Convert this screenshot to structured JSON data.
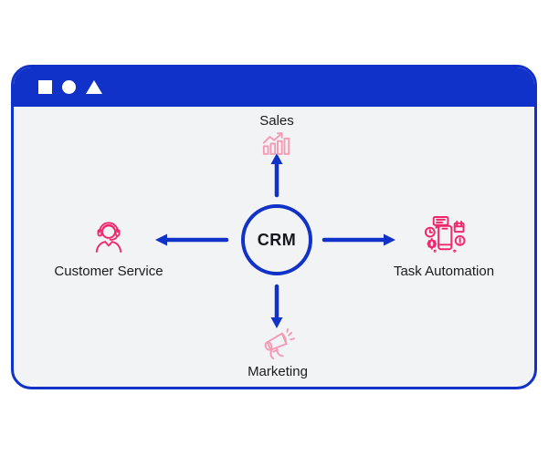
{
  "window": {
    "titlebar": {
      "controls": [
        {
          "icon": "square-window-control-icon"
        },
        {
          "icon": "circle-window-control-icon"
        },
        {
          "icon": "triangle-window-control-icon"
        }
      ]
    }
  },
  "diagram": {
    "center": {
      "label": "CRM"
    },
    "nodes": [
      {
        "id": "sales",
        "position": "top",
        "label": "Sales",
        "icon": "growth-bar-chart-icon"
      },
      {
        "id": "task-automation",
        "position": "right",
        "label": "Task Automation",
        "icon": "phone-automation-icon"
      },
      {
        "id": "marketing",
        "position": "bottom",
        "label": "Marketing",
        "icon": "megaphone-icon"
      },
      {
        "id": "customer-service",
        "position": "left",
        "label": "Customer Service",
        "icon": "headset-agent-icon"
      }
    ]
  },
  "colors": {
    "accent_blue": "#1032c8",
    "icon_pink": "#f1276d",
    "icon_pink_light": "#f59ab5",
    "window_background": "#f2f3f5",
    "page_background": "#ffffff",
    "label_text": "#1b1b1b"
  }
}
